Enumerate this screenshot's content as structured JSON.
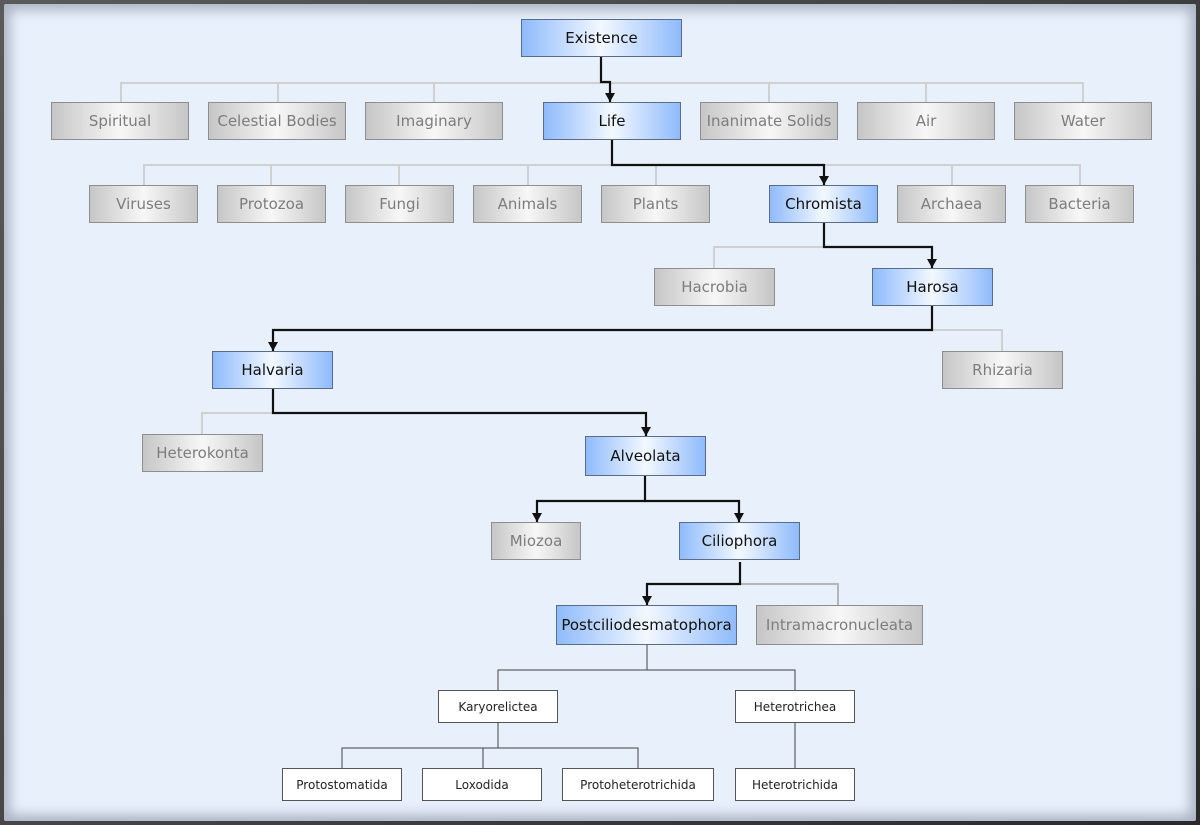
{
  "nodes": {
    "existence": "Existence",
    "spiritual": "Spiritual",
    "celestial_bodies": "Celestial Bodies",
    "imaginary": "Imaginary",
    "life": "Life",
    "inanimate_solids": "Inanimate Solids",
    "air": "Air",
    "water": "Water",
    "viruses": "Viruses",
    "protozoa": "Protozoa",
    "fungi": "Fungi",
    "animals": "Animals",
    "plants": "Plants",
    "chromista": "Chromista",
    "archaea": "Archaea",
    "bacteria": "Bacteria",
    "hacrobia": "Hacrobia",
    "harosa": "Harosa",
    "halvaria": "Halvaria",
    "rhizaria": "Rhizaria",
    "heterokonta": "Heterokonta",
    "alveolata": "Alveolata",
    "miozoa": "Miozoa",
    "ciliophora": "Ciliophora",
    "postciliodesmatophora": "Postciliodesmatophora",
    "intramacronucleata": "Intramacronucleata",
    "karyorelictea": "Karyorelictea",
    "heterotrichea": "Heterotrichea",
    "protostomatida": "Protostomatida",
    "loxodida": "Loxodida",
    "protoheterotrichida": "Protoheterotrichida",
    "heterotrichida": "Heterotrichida"
  },
  "colors": {
    "active_path": "#111111",
    "inactive_link": "#d0d0d0",
    "leaf_link": "#444444"
  }
}
